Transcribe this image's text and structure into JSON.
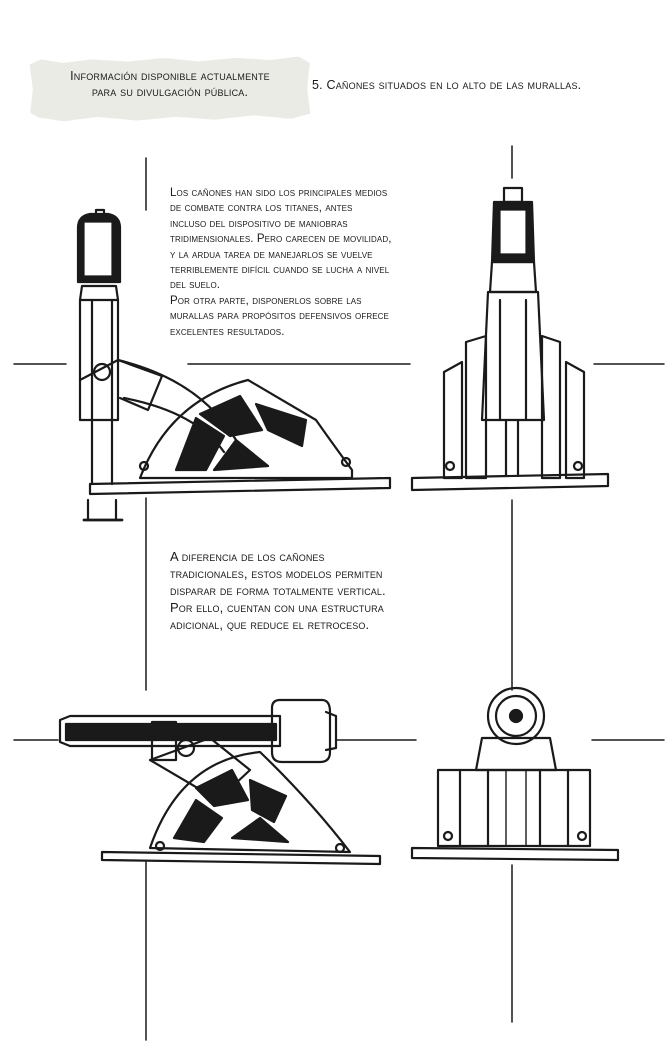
{
  "header": {
    "label_line1": "Información disponible actualmente",
    "label_line2": "para su divulgación pública.",
    "section_title": "5. Cañones situados en lo alto de las murallas."
  },
  "description_1": {
    "lines": [
      "Los cañones han sido los principales medios",
      "de combate contra los titanes, antes",
      "incluso del dispositivo de maniobras",
      "tridimensionales. Pero carecen de movilidad,",
      "y la ardua tarea de manejarlos se vuelve",
      "terriblemente difícil cuando se lucha a nivel",
      "del suelo.",
      "Por otra parte, disponerlos sobre las",
      "murallas para propósitos defensivos ofrece",
      "excelentes resultados."
    ]
  },
  "description_2": {
    "lines": [
      "A diferencia de los cañones",
      "tradicionales, estos modelos permiten",
      "disparar de forma totalmente vertical.",
      "Por ello, cuentan con una estructura",
      "adicional, que reduce el retroceso."
    ]
  },
  "illustrations": [
    {
      "icon": "cannon-vertical-side-icon"
    },
    {
      "icon": "cannon-vertical-front-icon"
    },
    {
      "icon": "cannon-horizontal-side-icon"
    },
    {
      "icon": "cannon-horizontal-front-icon"
    }
  ],
  "colors": {
    "ink": "#1a1a1a",
    "tape": "#ebebe6",
    "paper": "#ffffff"
  }
}
